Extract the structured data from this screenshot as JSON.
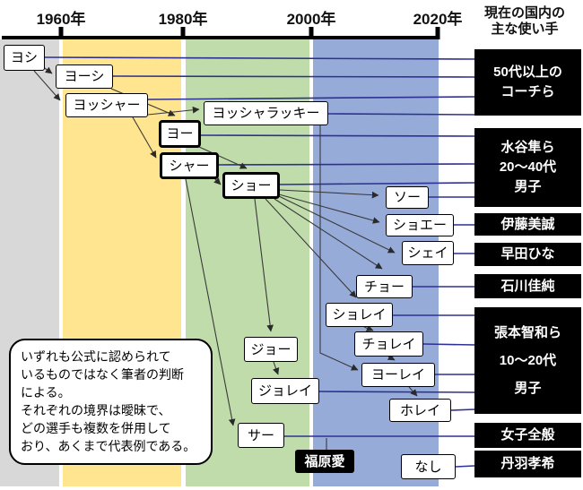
{
  "timeline": {
    "years": [
      "1960年",
      "1980年",
      "2000年",
      "2020年"
    ]
  },
  "right_header": "現在の国内の\n主な使い手",
  "terms": [
    {
      "label": "ヨシ"
    },
    {
      "label": "ヨーシ"
    },
    {
      "label": "ヨッシャー"
    },
    {
      "label": "ヨッシャラッキー"
    },
    {
      "label": "ヨー"
    },
    {
      "label": "シャー"
    },
    {
      "label": "ショー"
    },
    {
      "label": "ソー"
    },
    {
      "label": "ショエー"
    },
    {
      "label": "シェイ"
    },
    {
      "label": "チョー"
    },
    {
      "label": "ショレイ"
    },
    {
      "label": "ジョー"
    },
    {
      "label": "チョレイ"
    },
    {
      "label": "ヨーレイ"
    },
    {
      "label": "ジョレイ"
    },
    {
      "label": "ホレイ"
    },
    {
      "label": "サー"
    },
    {
      "label": "なし"
    }
  ],
  "fukuhara_label": "福原愛",
  "users": [
    "50代以上の\nコーチら",
    "水谷隼ら\n20〜40代\n男子",
    "伊藤美誠",
    "早田ひな",
    "石川佳純",
    "張本智和ら\n10〜20代\n男子",
    "女子全般",
    "丹羽孝希"
  ],
  "note": "いずれも公式に認められて\nいるものではなく筆者の判断\nによる。\nそれぞれの境界は曖昧で、\nどの選手も複数を併用して\nおり、あくまで代表例である。",
  "relations": {
    "derivations": [
      [
        "ヨシ",
        "ヨーシ"
      ],
      [
        "ヨシ",
        "ヨッシャー"
      ],
      [
        "ヨーシ",
        "ヨー"
      ],
      [
        "ヨッシャー",
        "ヨッシャラッキー"
      ],
      [
        "ヨッシャー",
        "シャー"
      ],
      [
        "ヨー",
        "ショー"
      ],
      [
        "シャー",
        "ショー"
      ],
      [
        "シャー",
        "サー"
      ],
      [
        "ショー",
        "ソー"
      ],
      [
        "ショー",
        "ショエー"
      ],
      [
        "ショー",
        "シェイ"
      ],
      [
        "ショー",
        "チョー"
      ],
      [
        "ショー",
        "ショレイ"
      ],
      [
        "ショー",
        "ジョー"
      ],
      [
        "ショレイ",
        "チョレイ"
      ],
      [
        "チョレイ",
        "ヨーレイ"
      ],
      [
        "ヨーレイ",
        "ホレイ"
      ],
      [
        "ジョー",
        "ジョレイ"
      ],
      [
        "ヨッシャラッキー",
        "ヨーレイ"
      ]
    ],
    "usage": [
      {
        "user": "50代以上のコーチら",
        "terms": [
          "ヨシ",
          "ヨーシ",
          "ヨッシャー",
          "ヨッシャラッキー"
        ]
      },
      {
        "user": "水谷隼ら20〜40代男子",
        "terms": [
          "ヨー",
          "シャー",
          "ショー",
          "ソー"
        ]
      },
      {
        "user": "伊藤美誠",
        "terms": [
          "ショエー"
        ]
      },
      {
        "user": "早田ひな",
        "terms": [
          "シェイ"
        ]
      },
      {
        "user": "石川佳純",
        "terms": [
          "チョー"
        ]
      },
      {
        "user": "張本智和ら10〜20代男子",
        "terms": [
          "ショレイ",
          "チョレイ",
          "ヨーレイ",
          "ジョレイ",
          "ホレイ"
        ]
      },
      {
        "user": "女子全般",
        "terms": [
          "サー"
        ],
        "annotation": "福原愛"
      },
      {
        "user": "丹羽孝希",
        "terms": [
          "なし"
        ]
      }
    ]
  },
  "colors": {
    "band_gray": "#d8d8d8",
    "band_yellow": "#ffe58f",
    "band_green": "#c1dcab",
    "band_blue": "#97abd9",
    "connector_blue": "#2e3192",
    "arrow_black": "#3a3a3a",
    "user_box_bg": "#000000",
    "user_box_text": "#ffffff"
  }
}
